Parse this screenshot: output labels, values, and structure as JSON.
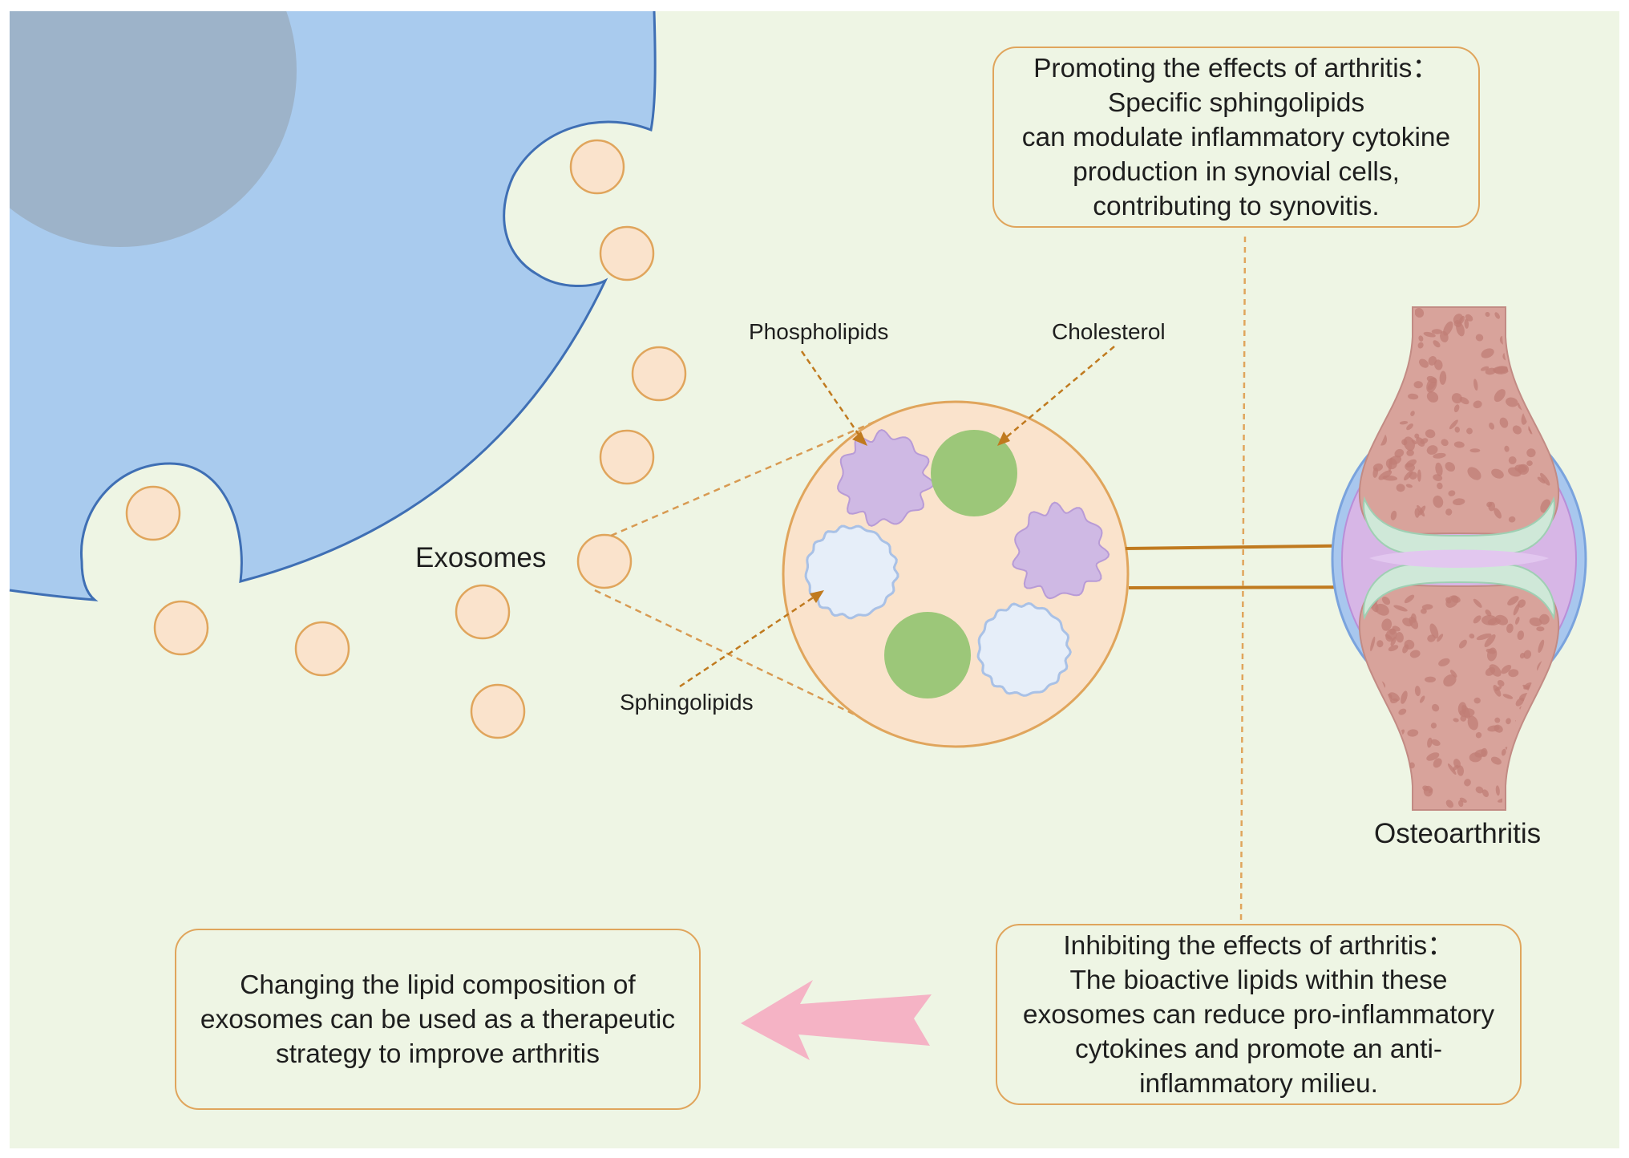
{
  "labels": {
    "exosomes": "Exosomes",
    "phospholipids": "Phospholipids",
    "cholesterol": "Cholesterol",
    "sphingolipids": "Sphingolipids",
    "osteoarthritis": "Osteoarthritis"
  },
  "promoting_box": {
    "lines": [
      "Promoting the effects of arthritis：",
      "Specific sphingolipids",
      "can modulate inflammatory cytokine",
      "production in synovial cells,",
      "contributing to synovitis."
    ]
  },
  "inhibiting_box": {
    "lines": [
      "Inhibiting the effects of arthritis：",
      "The bioactive lipids within these",
      "exosomes can reduce pro-inflammatory",
      "cytokines and promote an anti-",
      "inflammatory milieu."
    ]
  },
  "therapeutic_box": {
    "lines": [
      "Changing the lipid composition of",
      "exosomes can be used as a therapeutic",
      "strategy to improve arthritis"
    ]
  },
  "colors": {
    "background": "#eef5e4",
    "cell": "#a9cbee",
    "nucleus": "#9db3c9",
    "cell_outline": "#3f6fb4",
    "exosome_fill": "#fae3cc",
    "exosome_outline": "#e0a55c",
    "phospholipid": "#cfb9e4",
    "cholesterol": "#9cc779",
    "sphingolipid": "#e6eef9",
    "bone": "#d8a39b",
    "cartilage": "#cfe8d8",
    "synovium": "#d7b6e6",
    "capsule": "#a8c7ee",
    "arrow_brown": "#c07a1f",
    "therapy_arrow": "#f5b3c5"
  }
}
